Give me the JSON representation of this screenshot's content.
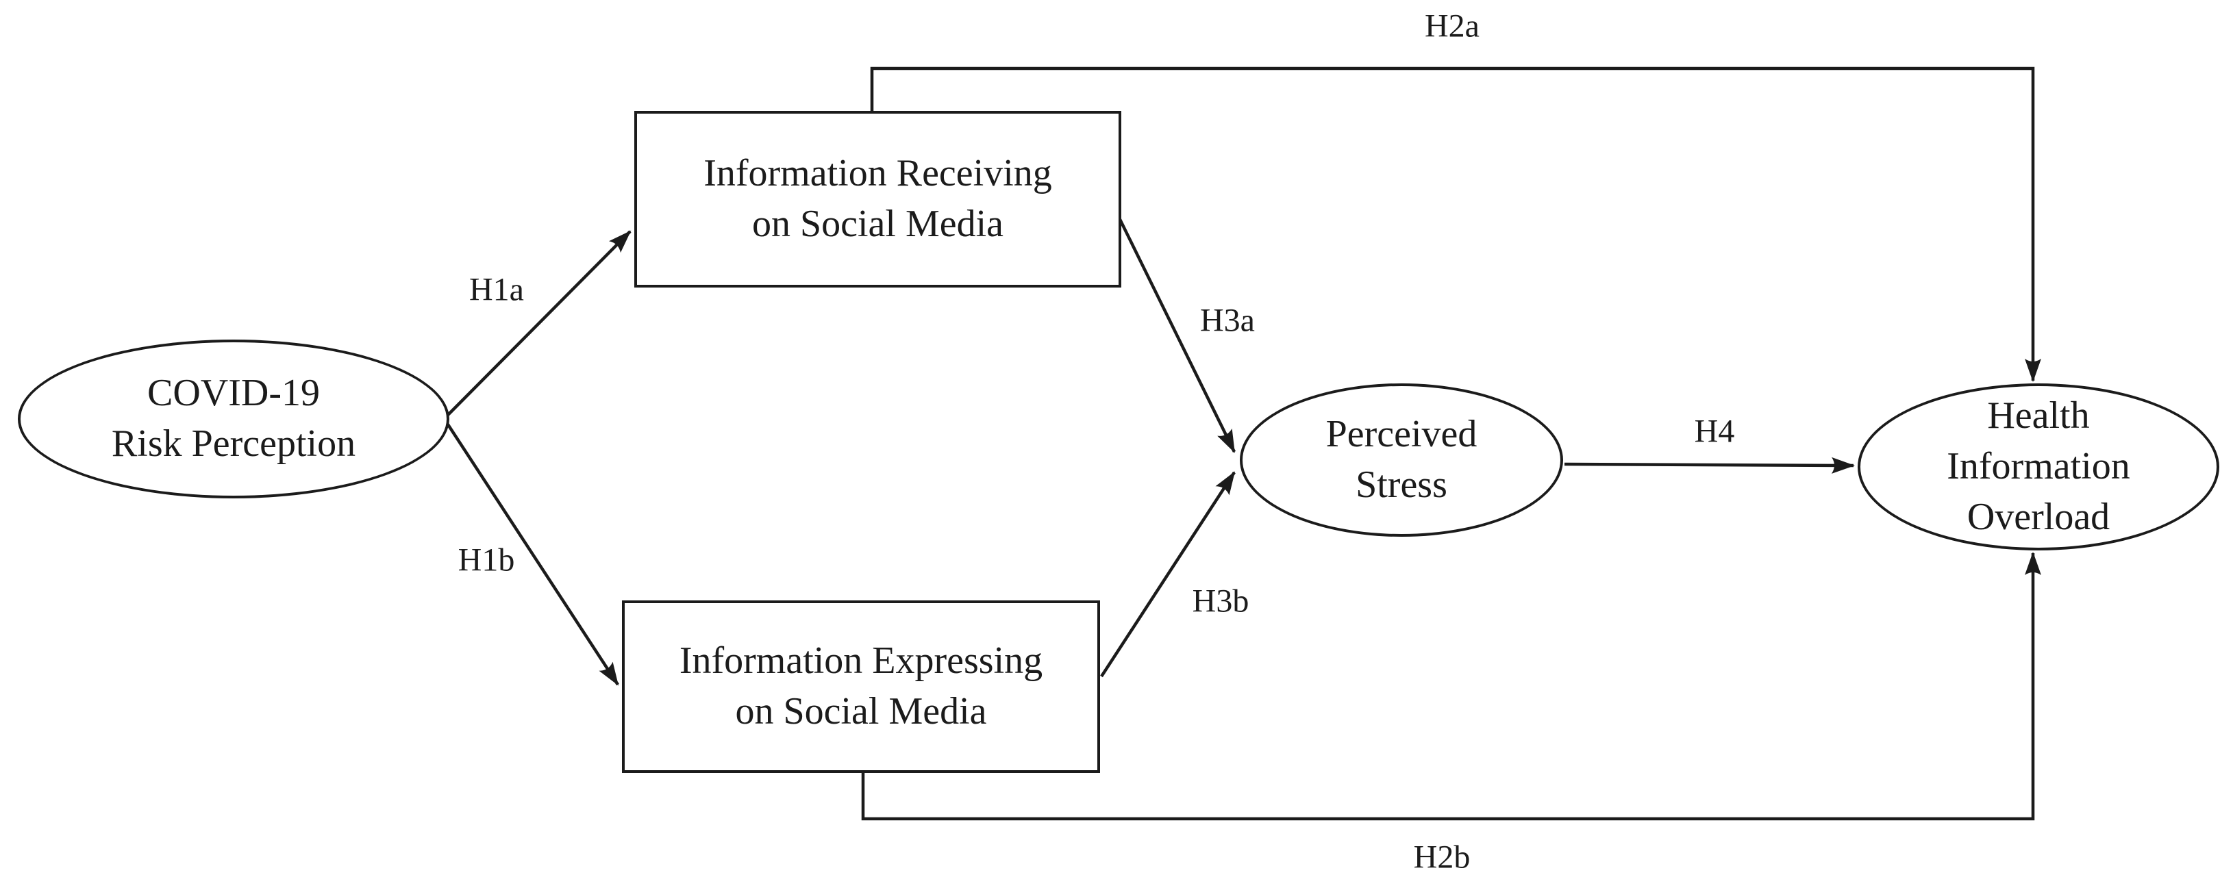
{
  "figure": {
    "type": "path-model-diagram",
    "background_color": "#ffffff",
    "ink_color": "#1b1b1b"
  },
  "nodes": [
    {
      "id": "covid",
      "shape": "ellipse",
      "label": "COVID-19\nRisk Perception"
    },
    {
      "id": "receiving",
      "shape": "rect",
      "label": "Information Receiving\non Social Media"
    },
    {
      "id": "expressing",
      "shape": "rect",
      "label": "Information Expressing\non Social Media"
    },
    {
      "id": "stress",
      "shape": "ellipse",
      "label": "Perceived\nStress"
    },
    {
      "id": "overload",
      "shape": "ellipse",
      "label": "Health\nInformation\nOverload"
    }
  ],
  "edges": [
    {
      "id": "h1a",
      "label": "H1a",
      "from": "covid",
      "to": "receiving"
    },
    {
      "id": "h1b",
      "label": "H1b",
      "from": "covid",
      "to": "expressing"
    },
    {
      "id": "h2a",
      "label": "H2a",
      "from": "receiving",
      "to": "overload"
    },
    {
      "id": "h2b",
      "label": "H2b",
      "from": "expressing",
      "to": "overload"
    },
    {
      "id": "h3a",
      "label": "H3a",
      "from": "receiving",
      "to": "stress"
    },
    {
      "id": "h3b",
      "label": "H3b",
      "from": "expressing",
      "to": "stress"
    },
    {
      "id": "h4",
      "label": "H4",
      "from": "stress",
      "to": "overload"
    }
  ]
}
